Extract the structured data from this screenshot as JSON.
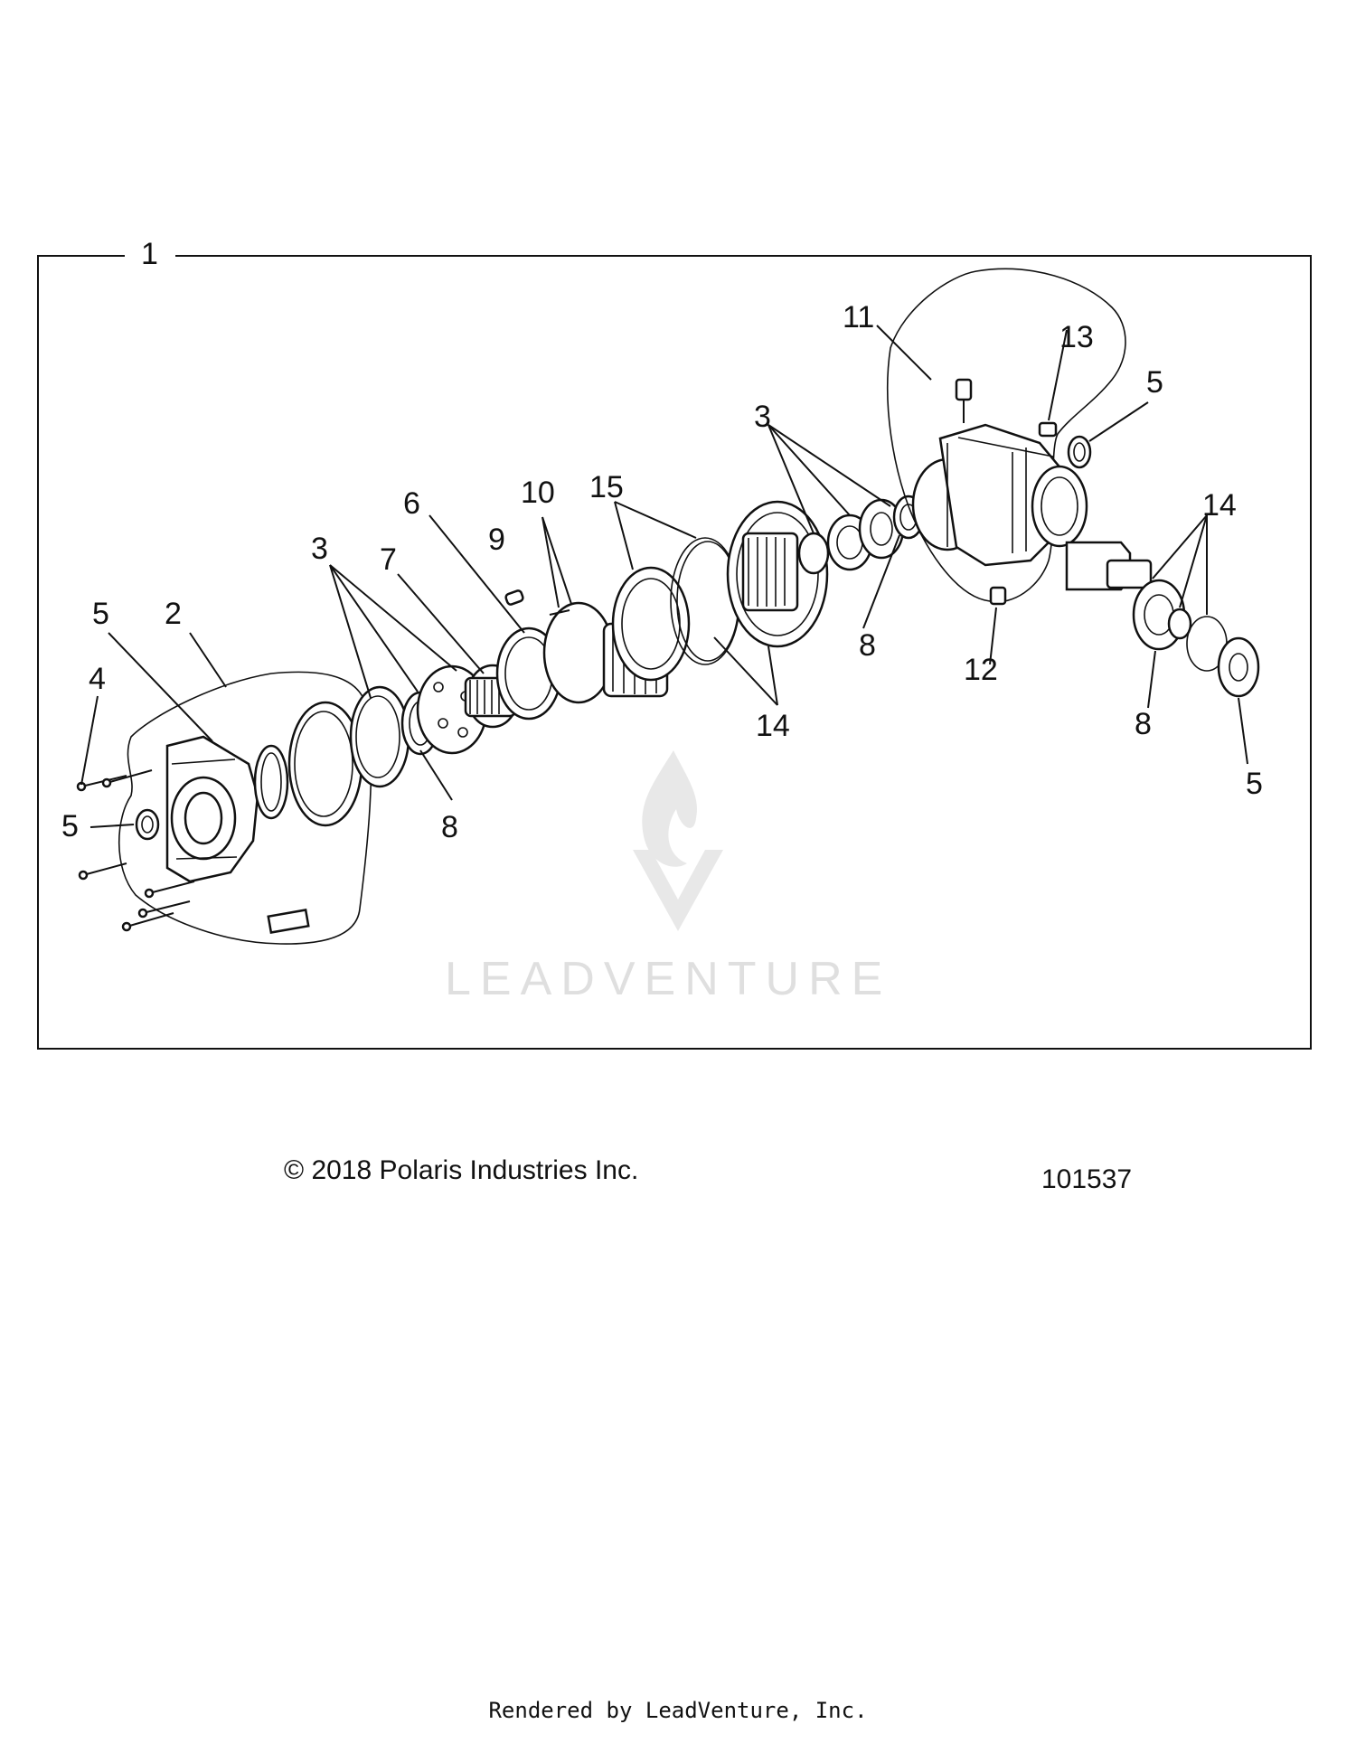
{
  "callouts": {
    "c1": "1",
    "c2": "2",
    "c3a": "3",
    "c3b": "3",
    "c4": "4",
    "c5a": "5",
    "c5b": "5",
    "c5c": "5",
    "c5d": "5",
    "c6": "6",
    "c7": "7",
    "c8a": "8",
    "c8b": "8",
    "c8c": "8",
    "c9": "9",
    "c10": "10",
    "c11": "11",
    "c12": "12",
    "c13": "13",
    "c14a": "14",
    "c14b": "14",
    "c15": "15"
  },
  "watermark": "LEADVENTURE",
  "footer": {
    "copyright": "© 2018 Polaris Industries Inc.",
    "drawing_number": "101537",
    "rendered_by": "Rendered by LeadVenture, Inc."
  }
}
